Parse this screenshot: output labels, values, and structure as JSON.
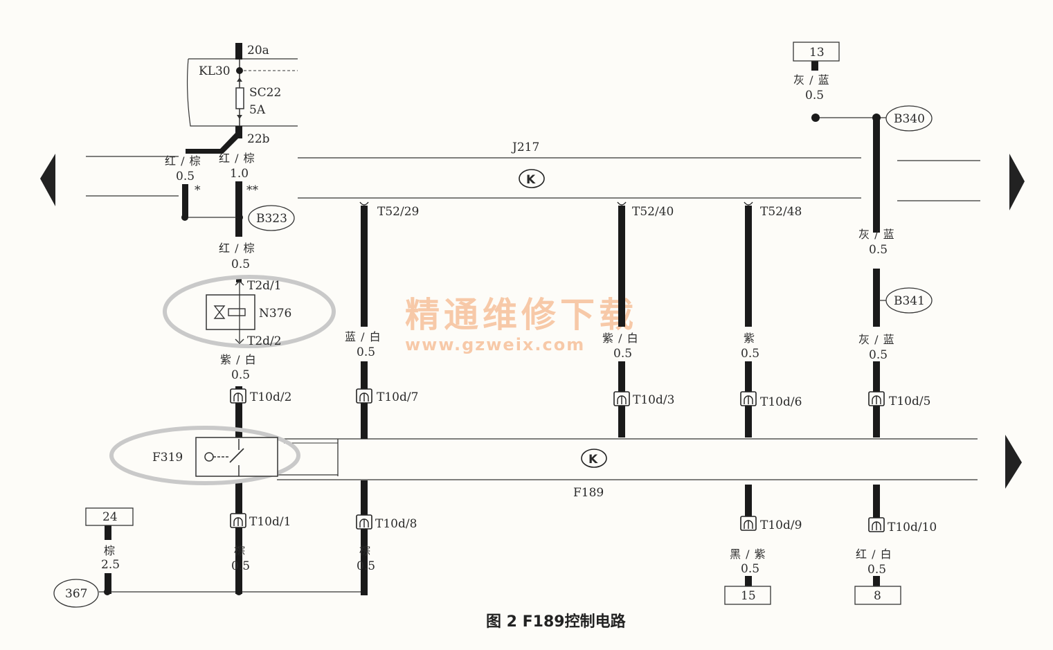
{
  "caption": "图 2 F189控制电路",
  "watermark": {
    "line1": "精通维修下载",
    "line2": "www.gzweix.com"
  },
  "modules": {
    "j217": {
      "name": "J217",
      "symbol": "K"
    },
    "f189": {
      "name": "F189",
      "symbol": "K"
    }
  },
  "components": {
    "n376": "N376",
    "f319": "F319"
  },
  "fuse": {
    "terminal_top": "20a",
    "rail": "KL30",
    "name": "SC22",
    "rating": "5A",
    "terminal_bottom": "22b"
  },
  "junctions": {
    "b323": "B323",
    "b340": "B340",
    "b341": "B341",
    "g367": "367"
  },
  "boxes": {
    "box13": "13",
    "box24": "24",
    "box15": "15",
    "box8": "8"
  },
  "pins": {
    "t52_29": "T52/29",
    "t52_40": "T52/40",
    "t52_48": "T52/48",
    "t2d_1": "T2d/1",
    "t2d_2": "T2d/2",
    "t10d_2": "T10d/2",
    "t10d_7": "T10d/7",
    "t10d_3": "T10d/3",
    "t10d_6": "T10d/6",
    "t10d_5": "T10d/5",
    "t10d_1": "T10d/1",
    "t10d_8": "T10d/8",
    "t10d_9": "T10d/9",
    "t10d_10": "T10d/10"
  },
  "markers": {
    "single": "*",
    "double": "**"
  },
  "wires": {
    "w_red_brown_left": {
      "color": "红 / 棕",
      "size": "0.5"
    },
    "w_red_brown_fuse": {
      "color": "红 / 棕",
      "size": "1.0"
    },
    "w_red_brown_n376": {
      "color": "红 / 棕",
      "size": "0.5"
    },
    "w_purple_white_l": {
      "color": "紫 / 白",
      "size": "0.5"
    },
    "w_blue_white": {
      "color": "蓝 / 白",
      "size": "0.5"
    },
    "w_purple_white_m": {
      "color": "紫 / 白",
      "size": "0.5"
    },
    "w_purple": {
      "color": "紫",
      "size": "0.5"
    },
    "w_grey_blue_top": {
      "color": "灰 / 蓝",
      "size": "0.5"
    },
    "w_grey_blue_mid": {
      "color": "灰 / 蓝",
      "size": "0.5"
    },
    "w_grey_blue_low": {
      "color": "灰 / 蓝",
      "size": "0.5"
    },
    "w_brown_gnd": {
      "color": "棕",
      "size": "2.5"
    },
    "w_brown_f319": {
      "color": "棕",
      "size": "0.5"
    },
    "w_brown_t10d8": {
      "color": "棕",
      "size": "0.5"
    },
    "w_black_purple": {
      "color": "黑 / 紫",
      "size": "0.5"
    },
    "w_red_white": {
      "color": "红 / 白",
      "size": "0.5"
    }
  }
}
